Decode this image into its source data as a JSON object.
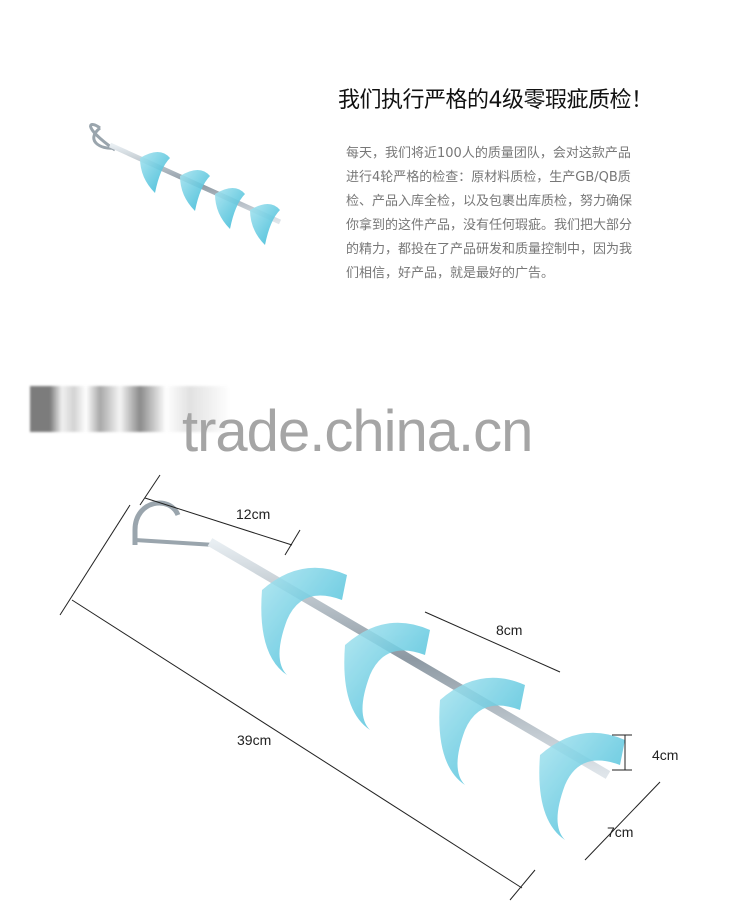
{
  "headline": "我们执行严格的4级零瑕疵质检！",
  "body_lines": [
    "每天，我们将近100人的质量团队，会对这款产品",
    "进行4轮严格的检查：原材料质检，生产GB/QB质",
    "检、产品入库全检，以及包裹出库质检，努力确保",
    "你拿到的这件产品，没有任何瑕疵。我们把大部分",
    "的精力，都投在了产品研发和质量控制中，因为我",
    "们相信，好产品，就是最好的广告。"
  ],
  "watermark": "trade.china.cn",
  "dimensions": {
    "hook_length": "12cm",
    "fin_spacing": "8cm",
    "total_length": "39cm",
    "fin_height": "4cm",
    "fin_width": "7cm"
  },
  "colors": {
    "fin": "#4fc3dc",
    "rod": "#b8c4cc"
  }
}
